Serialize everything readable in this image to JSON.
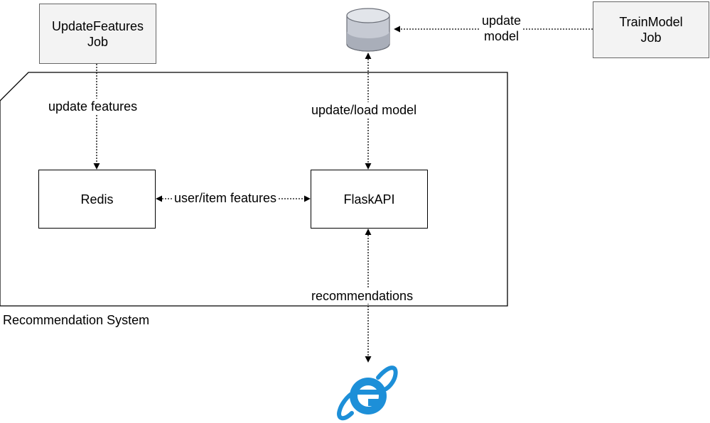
{
  "nodes": {
    "update_features_job": "UpdateFeatures\nJob",
    "train_model_job": "TrainModel\nJob",
    "redis": "Redis",
    "flask_api": "FlaskAPI"
  },
  "edges": {
    "update_features": "update features",
    "update_model": "update\nmodel",
    "update_load_model": "update/load model",
    "user_item_features": "user/item features",
    "recommendations": "recommendations"
  },
  "group": {
    "label": "Recommendation System"
  },
  "icons": {
    "database": "database-cylinder",
    "browser": "internet-explorer-logo"
  },
  "colors": {
    "job_fill": "#f3f3f3",
    "job_border": "#666666",
    "database_body": "#c6cad3",
    "database_top": "#dfe2e8",
    "browser_blue": "#1d8fd8"
  }
}
